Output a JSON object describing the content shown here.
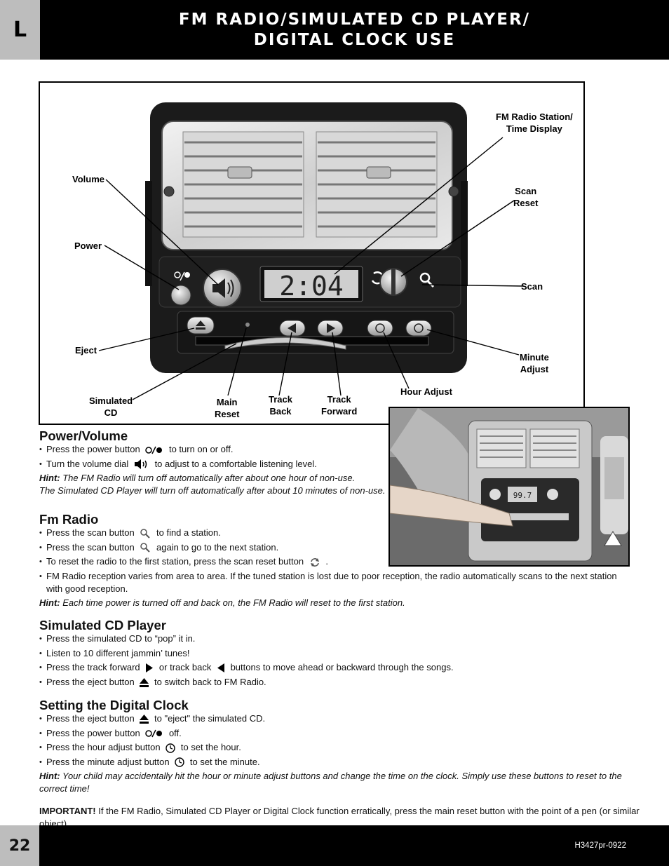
{
  "header": {
    "section_letter": "L",
    "title_line1": "FM RADIO/SIMULATED CD PLAYER/",
    "title_line2": "DIGITAL CLOCK USE"
  },
  "diagram": {
    "display_time": "2:04",
    "labels": {
      "fm_display_line1": "FM Radio Station/",
      "fm_display_line2": "Time Display",
      "volume": "Volume",
      "power": "Power",
      "scan_reset_line1": "Scan",
      "scan_reset_line2": "Reset",
      "scan": "Scan",
      "eject": "Eject",
      "minute_adjust_line1": "Minute",
      "minute_adjust_line2": "Adjust",
      "hour_adjust": "Hour Adjust",
      "simulated_cd_line1": "Simulated",
      "simulated_cd_line2": "CD",
      "main_reset_line1": "Main",
      "main_reset_line2": "Reset",
      "track_back_line1": "Track",
      "track_back_line2": "Back",
      "track_forward_line1": "Track",
      "track_forward_line2": "Forward"
    }
  },
  "photo": {
    "display_time": "99.7"
  },
  "sections": {
    "power_volume": {
      "title": "Power/Volume",
      "b1_pre": "Press the power button",
      "b1_post": "to turn on or off.",
      "b2_pre": "Turn the volume dial",
      "b2_post": "to adjust to a comfortable listening level.",
      "hint_label": "Hint:",
      "hint_line1": "The FM Radio will turn off automatically after about one hour of non-use.",
      "hint_line2": "The Simulated CD Player will turn off automatically after about 10 minutes of non-use."
    },
    "fm_radio": {
      "title": "Fm Radio",
      "b1_pre": "Press the scan button",
      "b1_post": "to find a station.",
      "b2_pre": "Press the scan button",
      "b2_post": "again to go to the next station.",
      "b3_pre": "To reset the radio to the first station, press the scan reset button",
      "b3_post": ".",
      "b4": "FM Radio reception varies from area to area. If the tuned station is lost due to poor reception, the radio automatically scans to the next station with good reception.",
      "hint_label": "Hint:",
      "hint": "Each time power is turned off and back on, the FM Radio will reset to the first station."
    },
    "cd_player": {
      "title": "Simulated CD Player",
      "b1": "Press the simulated CD to “pop” it in.",
      "b2": "Listen to 10 different jammin’ tunes!",
      "b3_pre": "Press the track forward",
      "b3_mid": "or track back",
      "b3_post": "buttons to move ahead or backward through the songs.",
      "b4_pre": "Press the eject button",
      "b4_post": "to switch back to FM Radio."
    },
    "clock": {
      "title": "Setting the Digital Clock",
      "b1_pre": "Press the eject button",
      "b1_post": "to \"eject\" the simulated CD.",
      "b2_pre": "Press the power button",
      "b2_post": "off.",
      "b3_pre": "Press the hour adjust button",
      "b3_post": "to set the hour.",
      "b4_pre": "Press the minute adjust button",
      "b4_post": "to set the minute.",
      "hint_label": "Hint:",
      "hint": "Your child may accidentally hit the hour or minute adjust buttons and change the time on the clock. Simply use these buttons to reset to the correct time!"
    },
    "important": {
      "label": "IMPORTANT!",
      "text": "If the FM Radio, Simulated CD Player or Digital Clock function erratically, press the main reset button with the point of a pen (or similar object)."
    }
  },
  "footer": {
    "page_number": "22",
    "code": "H3427pr-0922"
  }
}
